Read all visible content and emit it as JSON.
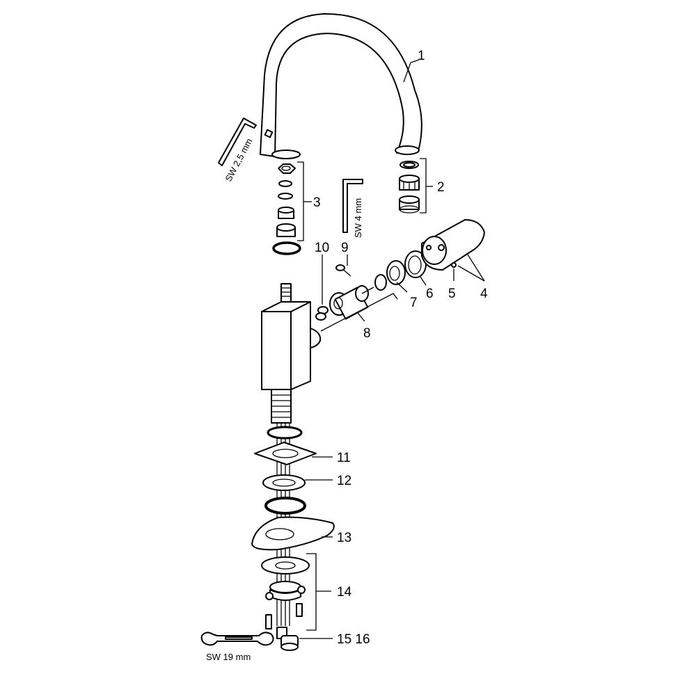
{
  "labels": {
    "p1": "1",
    "p2": "2",
    "p3": "3",
    "p4": "4",
    "p5": "5",
    "p6": "6",
    "p7": "7",
    "p8": "8",
    "p9": "9",
    "p10": "10",
    "p11": "11",
    "p12": "12",
    "p13": "13",
    "p14": "14",
    "p15_16": "15 16"
  },
  "tools": {
    "hex_key_small": "SW 2,5 mm",
    "hex_key_large": "SW 4 mm",
    "wrench": "SW 19 mm"
  }
}
